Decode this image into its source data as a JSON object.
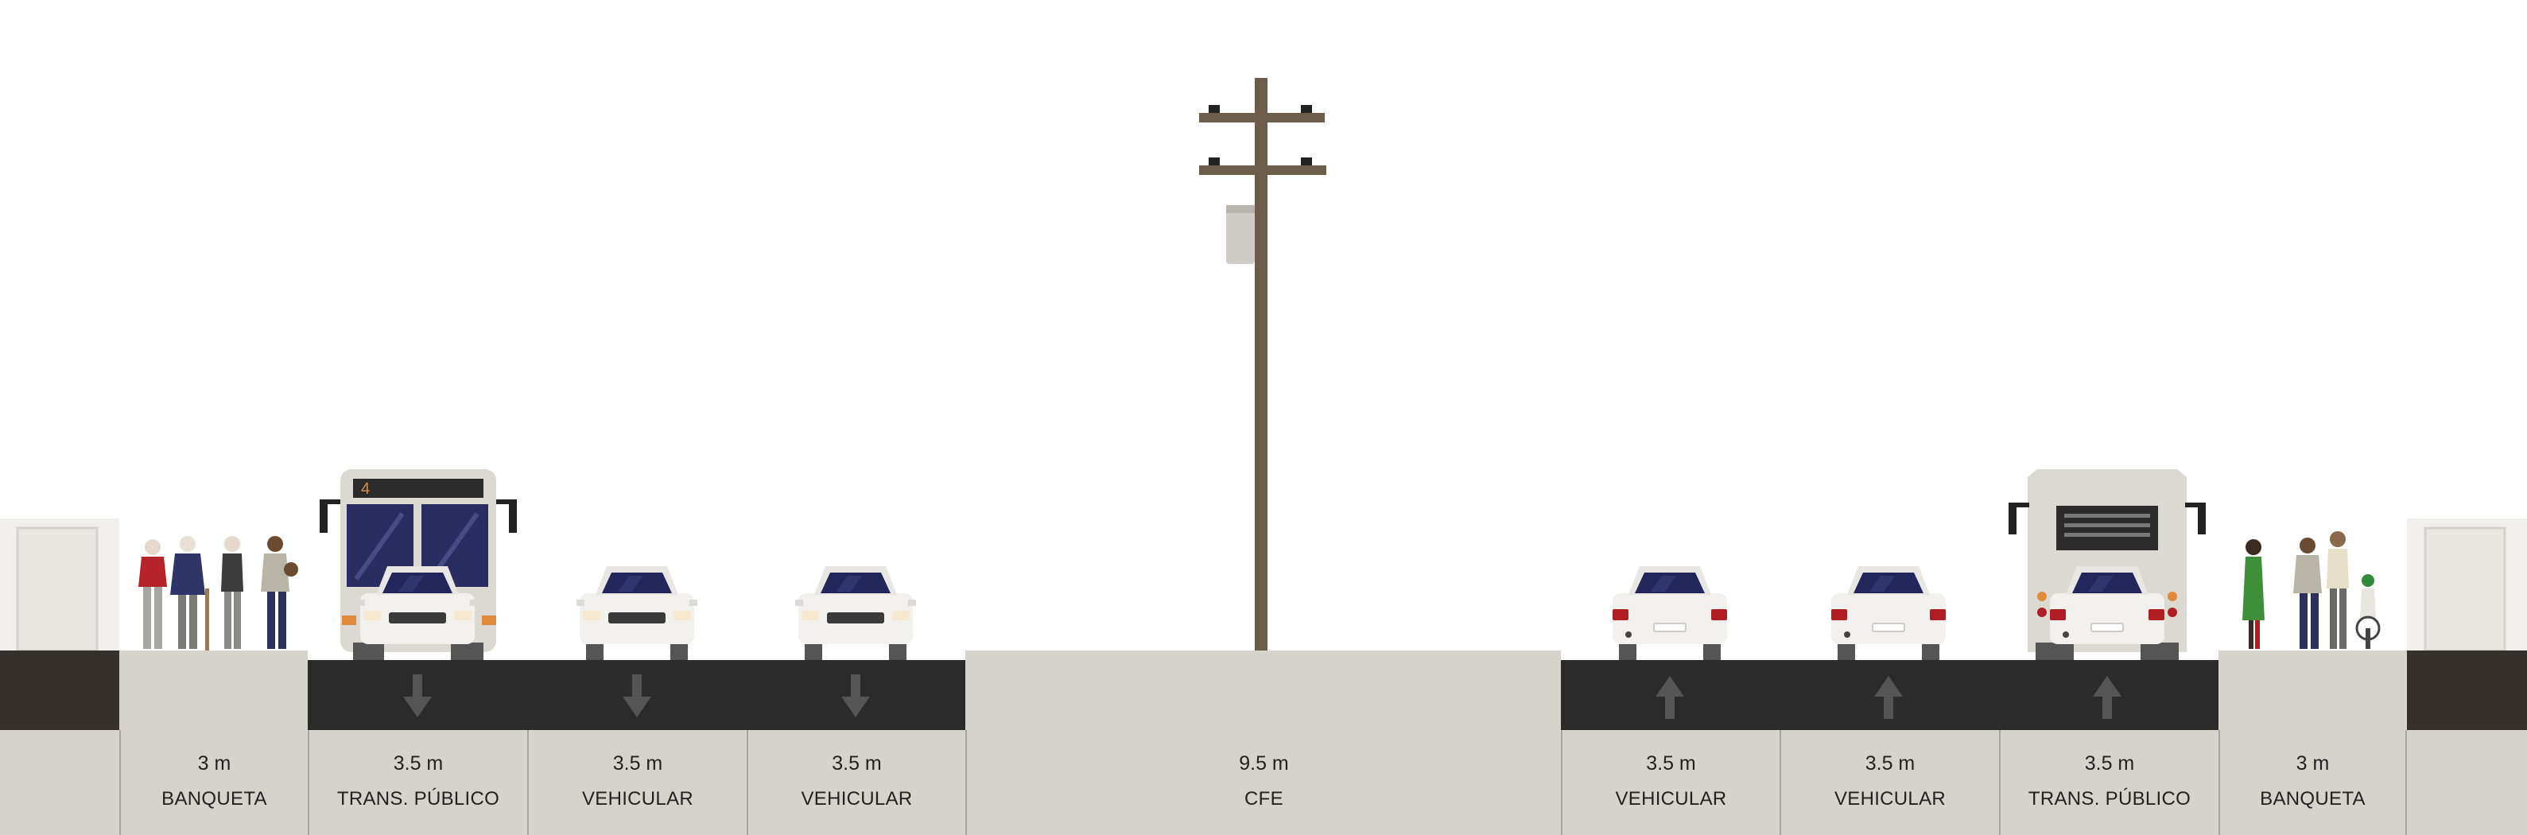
{
  "segments": [
    {
      "id": "banqueta-left",
      "width": "3 m",
      "label": "BANQUETA"
    },
    {
      "id": "transporte-left",
      "width": "3.5 m",
      "label": "TRANS. PÚBLICO",
      "direction": "down"
    },
    {
      "id": "vehicular-left-1",
      "width": "3.5 m",
      "label": "VEHICULAR",
      "direction": "down"
    },
    {
      "id": "vehicular-left-2",
      "width": "3.5 m",
      "label": "VEHICULAR",
      "direction": "down"
    },
    {
      "id": "cfe",
      "width": "9.5 m",
      "label": "CFE"
    },
    {
      "id": "vehicular-right-1",
      "width": "3.5 m",
      "label": "VEHICULAR",
      "direction": "up"
    },
    {
      "id": "vehicular-right-2",
      "width": "3.5 m",
      "label": "VEHICULAR",
      "direction": "up"
    },
    {
      "id": "transporte-right",
      "width": "3.5 m",
      "label": "TRANS. PÚBLICO",
      "direction": "up"
    },
    {
      "id": "banqueta-right",
      "width": "3 m",
      "label": "BANQUETA"
    }
  ],
  "bus_route_display": "4",
  "colors": {
    "asphalt": "#2a2b2a",
    "sidewalk": "#d6d3cc",
    "curb": "#35302c",
    "building": "#f1f0ec",
    "pole": "#6b5d4a",
    "car_body": "#f2f1ee",
    "windshield": "#23265a",
    "bus_body": "#dcd8d2",
    "arrow": "#555555"
  },
  "icons": [
    "down-arrow-icon",
    "up-arrow-icon"
  ]
}
